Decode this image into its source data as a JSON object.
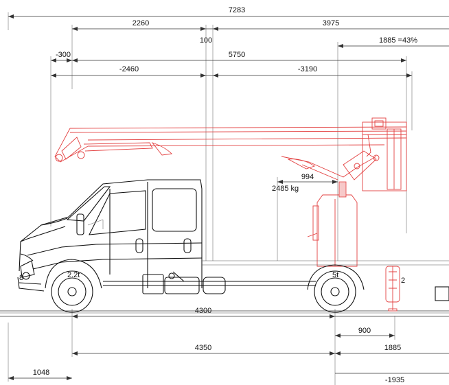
{
  "dimensions": {
    "overall_length": "7283",
    "front_to_turntable": "2260",
    "turntable_to_rear": "3975",
    "turntable_offset": "100",
    "outreach_percent": "1885 =43%",
    "front_offset": "-300",
    "boom_length": "5750",
    "boom_front": "-2460",
    "boom_rear": "-3190",
    "basket_offset": "994",
    "wheelbase": "4300",
    "outrigger_offset": "900",
    "outrigger_span_front": "4350",
    "outrigger_span_rear": "1885",
    "front_overhang": "1048",
    "rear_offset": "-1935"
  },
  "loads": {
    "platform_weight": "2485 kg",
    "front_axle": "2.2t",
    "rear_axle": "5t"
  },
  "markers": {
    "front_wheel_marker": "8",
    "outrigger_marker": "2"
  },
  "colors": {
    "lift_equipment": "#e34040",
    "vehicle": "#111111",
    "dimension_lines": "#333333"
  }
}
